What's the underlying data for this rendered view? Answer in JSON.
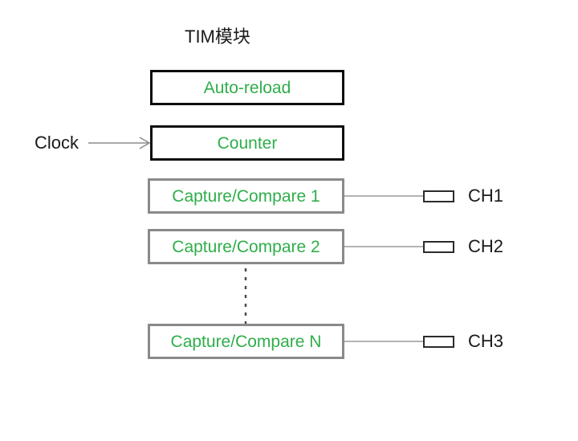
{
  "title": "TIM模块",
  "colors": {
    "green": "#2fae4a",
    "ink": "#1a1a1a",
    "black-border": "#0d0d0d",
    "gray-border": "#8a8a8a",
    "line-gray": "#b3b3b3",
    "dash-gray": "#4d4d4d",
    "arrow-gray": "#8c8c8c"
  },
  "clock": {
    "label": "Clock"
  },
  "blocks": {
    "auto_reload": "Auto-reload",
    "counter": "Counter",
    "cc1": "Capture/Compare 1",
    "cc2": "Capture/Compare 2",
    "ccn": "Capture/Compare N"
  },
  "channels": [
    {
      "label": "CH1"
    },
    {
      "label": "CH2"
    },
    {
      "label": "CH3"
    }
  ]
}
